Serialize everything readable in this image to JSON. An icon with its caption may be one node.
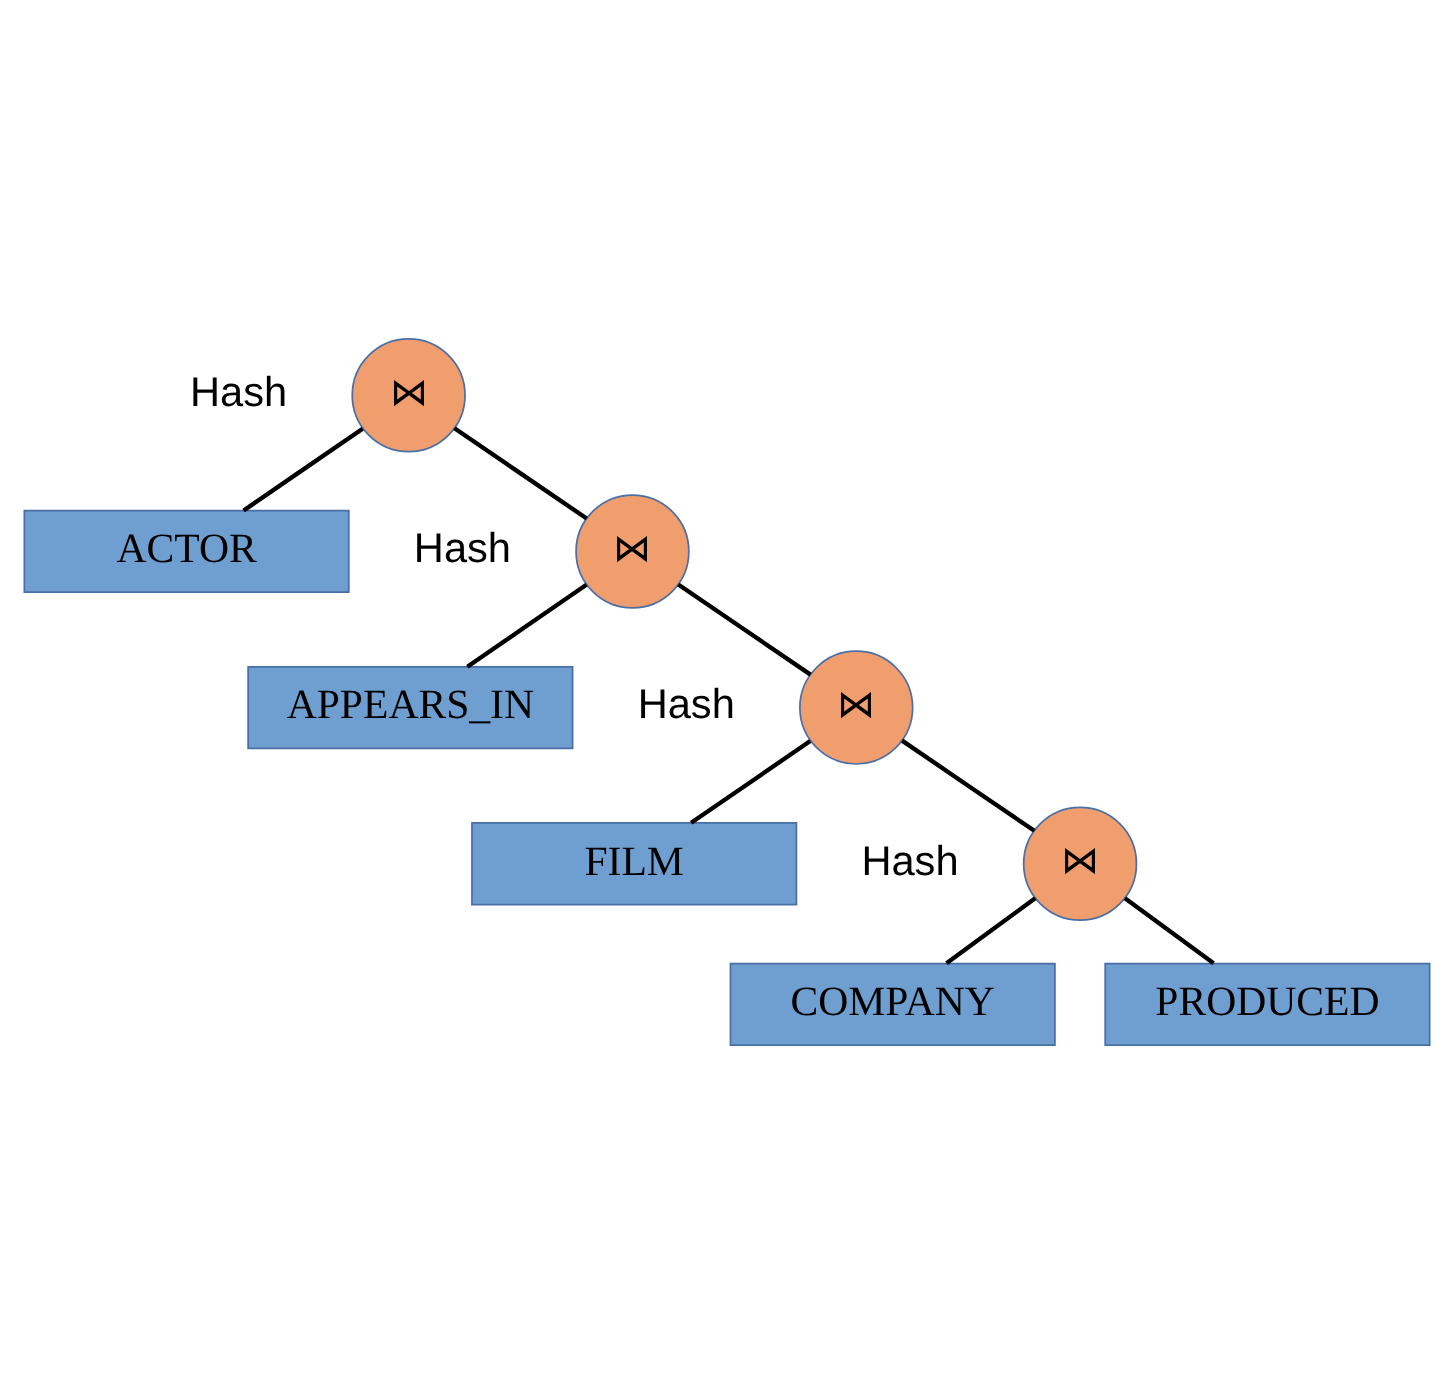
{
  "diagram": {
    "nodes": [
      {
        "text": [
          "⋈"
        ],
        "beside": [
          "Hash"
        ]
      },
      {
        "text": [
          "⋈"
        ],
        "beside": [
          "Hash"
        ]
      },
      {
        "text": [
          "ACTOR"
        ]
      },
      {
        "text": [
          "⋈"
        ],
        "beside": [
          "Hash"
        ]
      },
      {
        "text": [
          "APPEARS_IN"
        ]
      },
      {
        "text": [
          "⋈"
        ],
        "beside": [
          "Hash"
        ]
      },
      {
        "text": [
          "FILM"
        ]
      },
      {
        "text": [
          "COMPANY"
        ]
      },
      {
        "text": [
          "PRODUCED"
        ]
      }
    ],
    "edges": [
      {
        "from": 0,
        "to": 1,
        "arrow": "none"
      },
      {
        "from": 0,
        "to": 2,
        "arrow": "none"
      },
      {
        "from": 1,
        "to": 3,
        "arrow": "none"
      },
      {
        "from": 1,
        "to": 4,
        "arrow": "none"
      },
      {
        "from": 3,
        "to": 5,
        "arrow": "none"
      },
      {
        "from": 3,
        "to": 6,
        "arrow": "none"
      },
      {
        "from": 5,
        "to": 7,
        "arrow": "none"
      },
      {
        "from": 5,
        "to": 8,
        "arrow": "none"
      }
    ]
  }
}
